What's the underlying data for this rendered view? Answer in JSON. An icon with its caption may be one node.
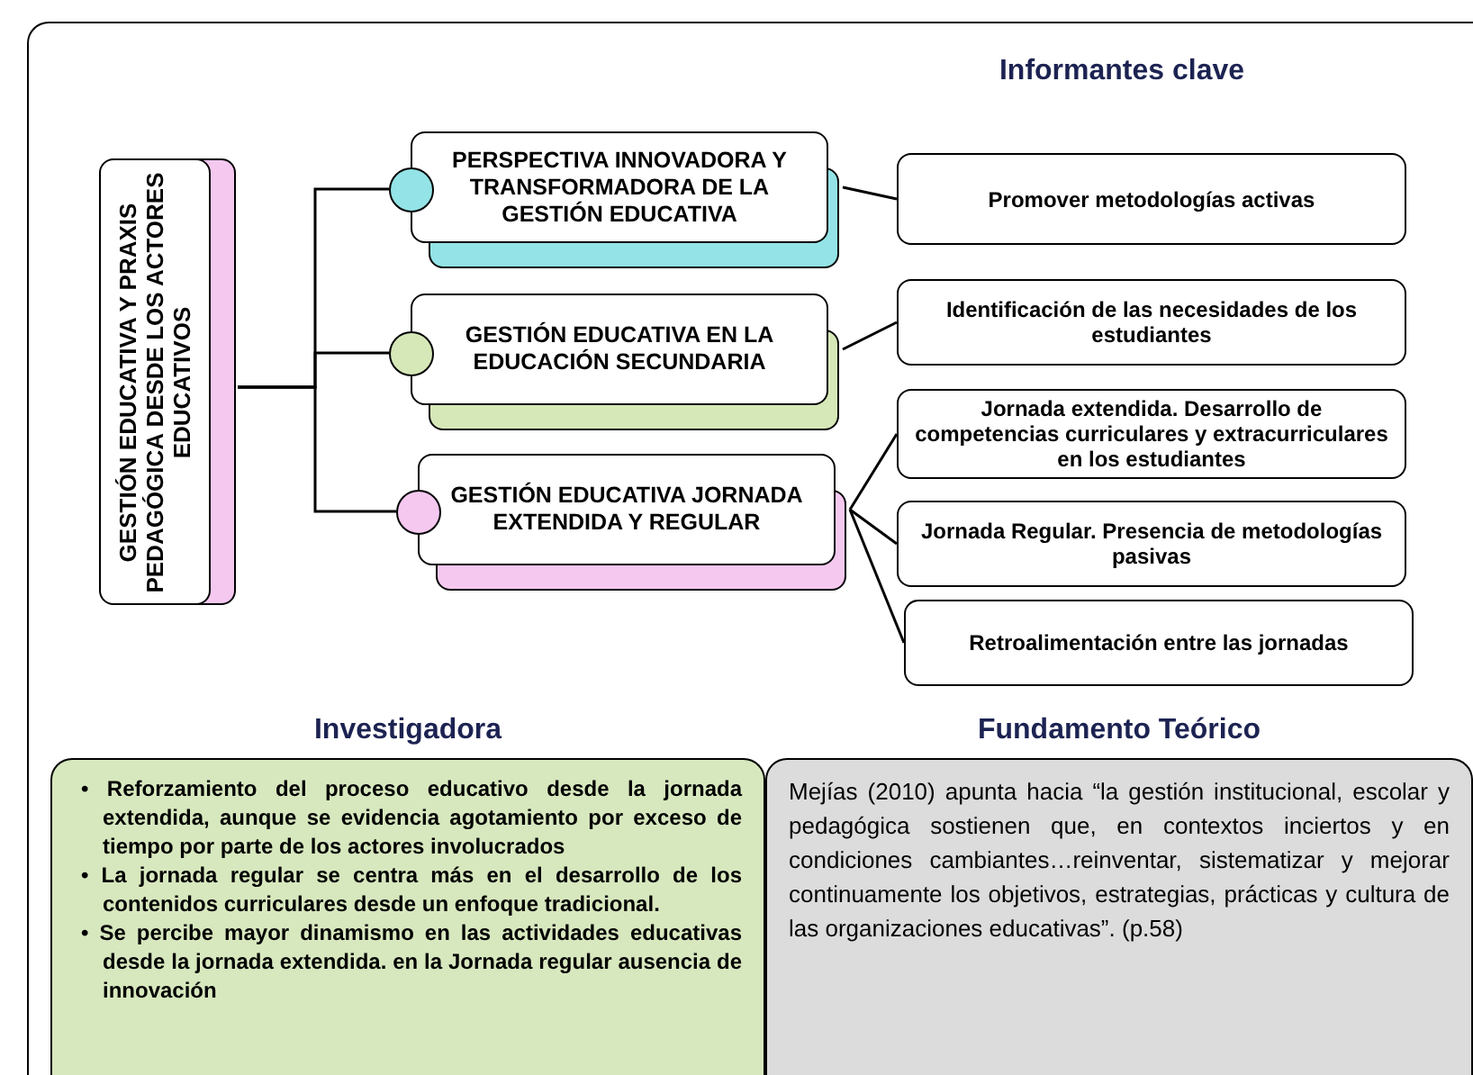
{
  "diagram": {
    "nodes": [
      {
        "text": [
          "GESTIÓN EDUCATIVA Y PRAXIS PEDAGÓGICA DESDE LOS ACTORES EDUCATIVOS"
        ]
      },
      {
        "text": [
          "PERSPECTIVA INNOVADORA Y TRANSFORMADORA DE LA GESTIÓN EDUCATIVA"
        ]
      },
      {
        "text": [
          "GESTIÓN EDUCATIVA EN LA EDUCACIÓN SECUNDARIA"
        ]
      },
      {
        "text": [
          "GESTIÓN EDUCATIVA JORNADA EXTENDIDA Y REGULAR"
        ]
      },
      {
        "text": [
          "Promover metodologías activas"
        ]
      },
      {
        "text": [
          "Identificación de las necesidades de los estudiantes"
        ]
      },
      {
        "text": [
          "Jornada extendida. Desarrollo de competencias curriculares y extracurriculares en los estudiantes"
        ]
      },
      {
        "text": [
          "Jornada Regular. Presencia de metodologías pasivas"
        ]
      },
      {
        "text": [
          "Retroalimentación entre las jornadas"
        ]
      },
      {
        "text": [
          "Investigadora",
          "• Reforzamiento del proceso educativo desde la jornada extendida, aunque se evidencia  agotamiento por exceso de tiempo por parte de los actores involucrados",
          "• La jornada regular se centra más en el desarrollo de los contenidos curriculares desde un enfoque tradicional.",
          "• Se percibe mayor dinamismo en las actividades educativas desde la jornada extendida. en la Jornada regular ausencia de innovación"
        ]
      },
      {
        "text": [
          "Fundamento Teórico",
          "Mejías (2010) apunta hacia “la gestión institucional, escolar y pedagógica sostienen que, en contextos inciertos y en condiciones cambiantes…reinventar, sistematizar y mejorar continuamente los objetivos, estrategias, prácticas y cultura de las organizaciones educativas”. (p.58)"
        ]
      }
    ],
    "edges": [
      {
        "from": 0,
        "to": 1,
        "arrow": "none"
      },
      {
        "from": 0,
        "to": 2,
        "arrow": "none"
      },
      {
        "from": 0,
        "to": 3,
        "arrow": "none"
      },
      {
        "from": 1,
        "to": 4,
        "arrow": "none"
      },
      {
        "from": 2,
        "to": 5,
        "arrow": "none"
      },
      {
        "from": 3,
        "to": 6,
        "arrow": "none"
      },
      {
        "from": 3,
        "to": 7,
        "arrow": "none"
      },
      {
        "from": 3,
        "to": 8,
        "arrow": "none"
      }
    ],
    "labels": [
      "Informantes clave"
    ]
  }
}
